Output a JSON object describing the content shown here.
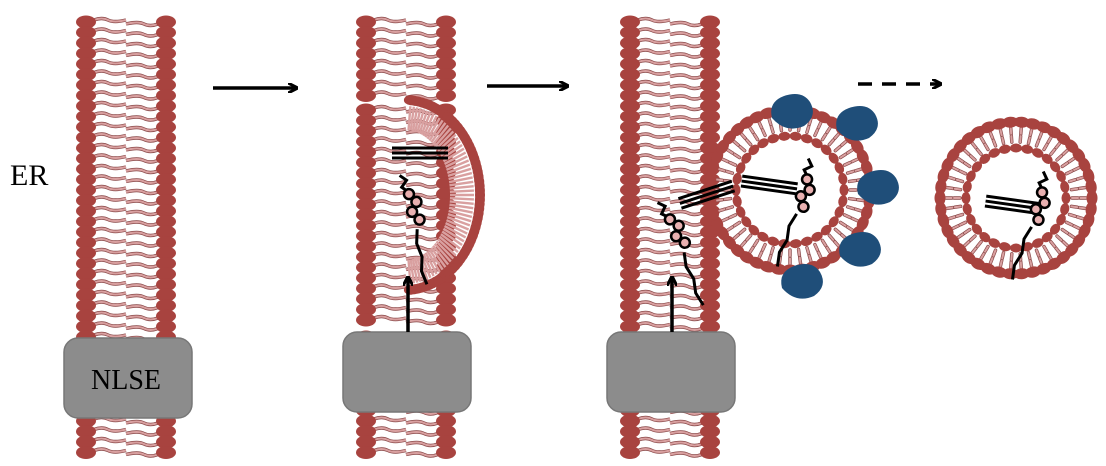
{
  "labels": {
    "er": "ER",
    "nlse": "NLSE"
  },
  "colors": {
    "lipid_head": "#a8433f",
    "lipid_tail": "#d9a0a0",
    "tail_outline": "#8a4a4a",
    "protein_box": "#8c8c8c",
    "protein_box_border": "#777777",
    "coat_protein": "#1f4e79",
    "arrow": "#000000"
  },
  "stages": [
    {
      "name": "stage-1-flat-membrane"
    },
    {
      "name": "stage-2-membrane-bulge"
    },
    {
      "name": "stage-3-budding-vesicle"
    },
    {
      "name": "stage-4-released-vesicle"
    }
  ]
}
